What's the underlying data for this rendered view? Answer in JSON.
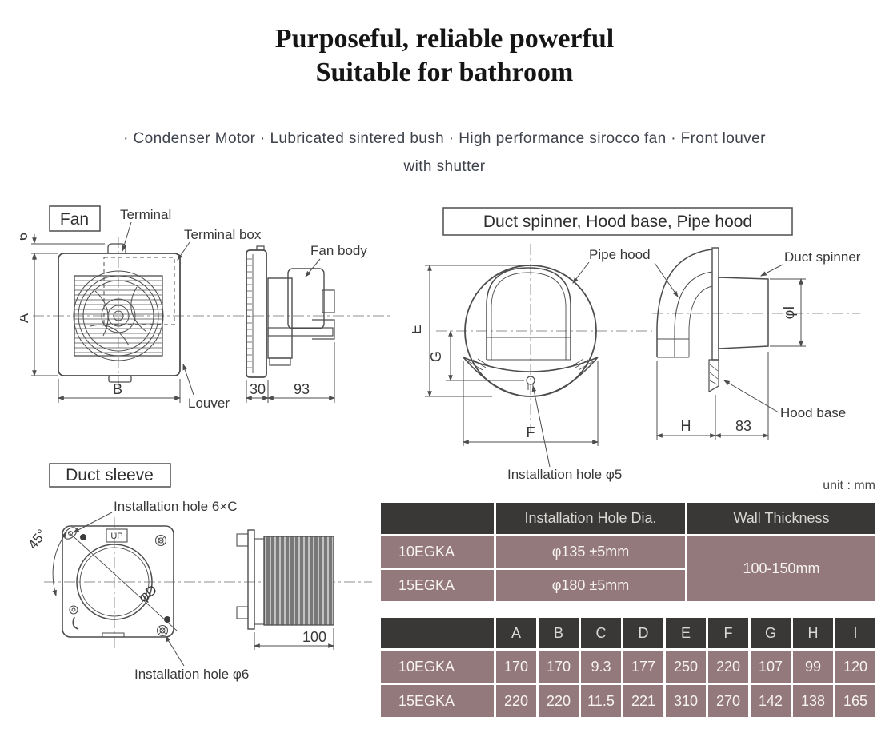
{
  "page": {
    "title_line1": "Purposeful, reliable powerful",
    "title_line2": "Suitable for bathroom",
    "features_line1": "· Condenser Motor · Lubricated sintered bush · High performance sirocco fan · Front louver",
    "features_line2": "with shutter",
    "unit_note": "unit : mm"
  },
  "fan_diagram": {
    "box_label": "Fan",
    "labels": {
      "terminal": "Terminal",
      "terminal_box": "Terminal box",
      "fan_body": "Fan body",
      "louver": "Louver"
    },
    "dims": {
      "terminal_offset": "6",
      "height": "A",
      "width": "B",
      "louver_depth": "30",
      "body_depth": "93"
    }
  },
  "hood_diagram": {
    "box_label": "Duct spinner, Hood base, Pipe hood",
    "labels": {
      "pipe_hood": "Pipe hood",
      "duct_spinner": "Duct spinner",
      "hood_base": "Hood base",
      "installation_hole": "Installation hole φ5"
    },
    "dims": {
      "overall_height": "E",
      "lower_height": "G",
      "width": "F",
      "hood_depth": "H",
      "spinner_depth": "83",
      "spinner_dia": "φI"
    }
  },
  "sleeve_diagram": {
    "box_label": "Duct sleeve",
    "labels": {
      "hole_top": "Installation hole 6×C",
      "angle": "45°",
      "hole_bottom": "Installation hole φ6",
      "up_mark": "UP",
      "dia": "φD"
    },
    "dims": {
      "length": "100"
    }
  },
  "spec_table": {
    "headers": [
      "",
      "Installation Hole Dia.",
      "Wall Thickness"
    ],
    "rows": [
      {
        "model": "10EGKA",
        "hole_dia": "φ135 ±5mm"
      },
      {
        "model": "15EGKA",
        "hole_dia": "φ180 ±5mm"
      }
    ],
    "wall_thickness": "100-150mm"
  },
  "dim_table": {
    "headers": [
      "",
      "A",
      "B",
      "C",
      "D",
      "E",
      "F",
      "G",
      "H",
      "I"
    ],
    "rows": [
      {
        "model": "10EGKA",
        "values": [
          "170",
          "170",
          "9.3",
          "177",
          "250",
          "220",
          "107",
          "99",
          "120"
        ]
      },
      {
        "model": "15EGKA",
        "values": [
          "220",
          "220",
          "11.5",
          "221",
          "310",
          "270",
          "142",
          "138",
          "165"
        ]
      }
    ]
  },
  "colors": {
    "table_header_bg": "#3a3836",
    "table_body_bg": "#94797c",
    "drawing_line": "#4d4d4d"
  }
}
